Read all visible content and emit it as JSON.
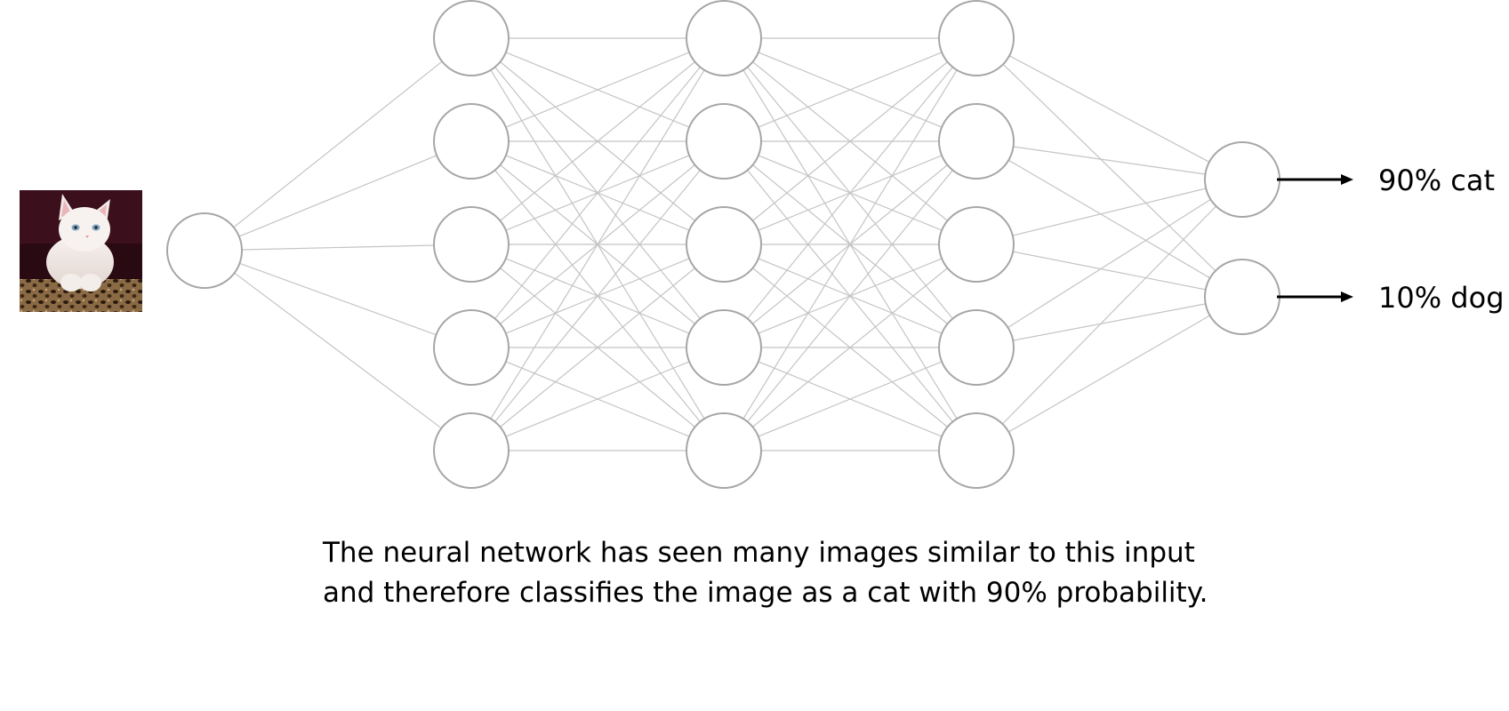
{
  "diagram": {
    "input_image": {
      "subject": "white kitten photo"
    },
    "layers": [
      {
        "role": "input",
        "neurons": 1
      },
      {
        "role": "hidden",
        "neurons": 5
      },
      {
        "role": "hidden",
        "neurons": 5
      },
      {
        "role": "hidden",
        "neurons": 5
      },
      {
        "role": "output",
        "neurons": 2
      }
    ],
    "outputs": [
      {
        "label": "90% cat"
      },
      {
        "label": "10% dog"
      }
    ]
  },
  "caption": {
    "line1": "The neural network has seen many images similar to this input",
    "line2": "and therefore classifies the image as a cat with 90% probability."
  }
}
